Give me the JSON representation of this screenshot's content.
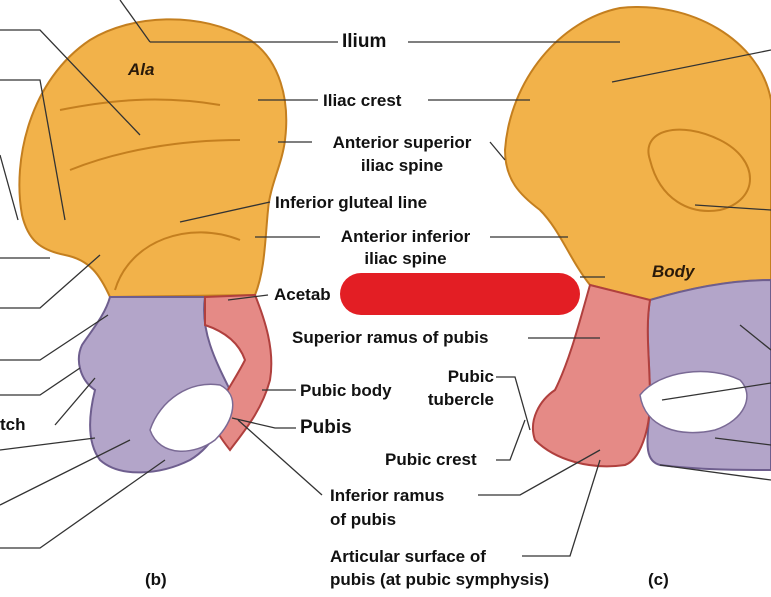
{
  "colors": {
    "ilium": "#f2b24a",
    "ilium_dark": "#c47f1f",
    "ischium": "#b3a5c9",
    "ischium_dark": "#6e5e8e",
    "pubis": "#e58a86",
    "pubis_dark": "#b0403e",
    "redaction": "#e31e24",
    "leader": "#333333"
  },
  "labels": {
    "ilium": "Ilium",
    "ala": "Ala",
    "iliac_crest": "Iliac crest",
    "asis_1": "Anterior superior",
    "asis_2": "iliac spine",
    "inferior_gluteal_line": "Inferior gluteal line",
    "aiis_1": "Anterior inferior",
    "aiis_2": "iliac spine",
    "acetabulum_partial": "Acetab",
    "superior_ramus": "Superior ramus of pubis",
    "pubic_body": "Pubic body",
    "pubic_tubercle_1": "Pubic",
    "pubic_tubercle_2": "tubercle",
    "pubis": "Pubis",
    "pubic_crest": "Pubic crest",
    "inferior_ramus_1": "Inferior ramus",
    "inferior_ramus_2": "of pubis",
    "articular_1": "Articular surface of",
    "articular_2": "pubis (at pubic symphysis)",
    "body": "Body",
    "left_cut_tch": "tch",
    "panel_b": "(b)",
    "panel_c": "(c)"
  }
}
